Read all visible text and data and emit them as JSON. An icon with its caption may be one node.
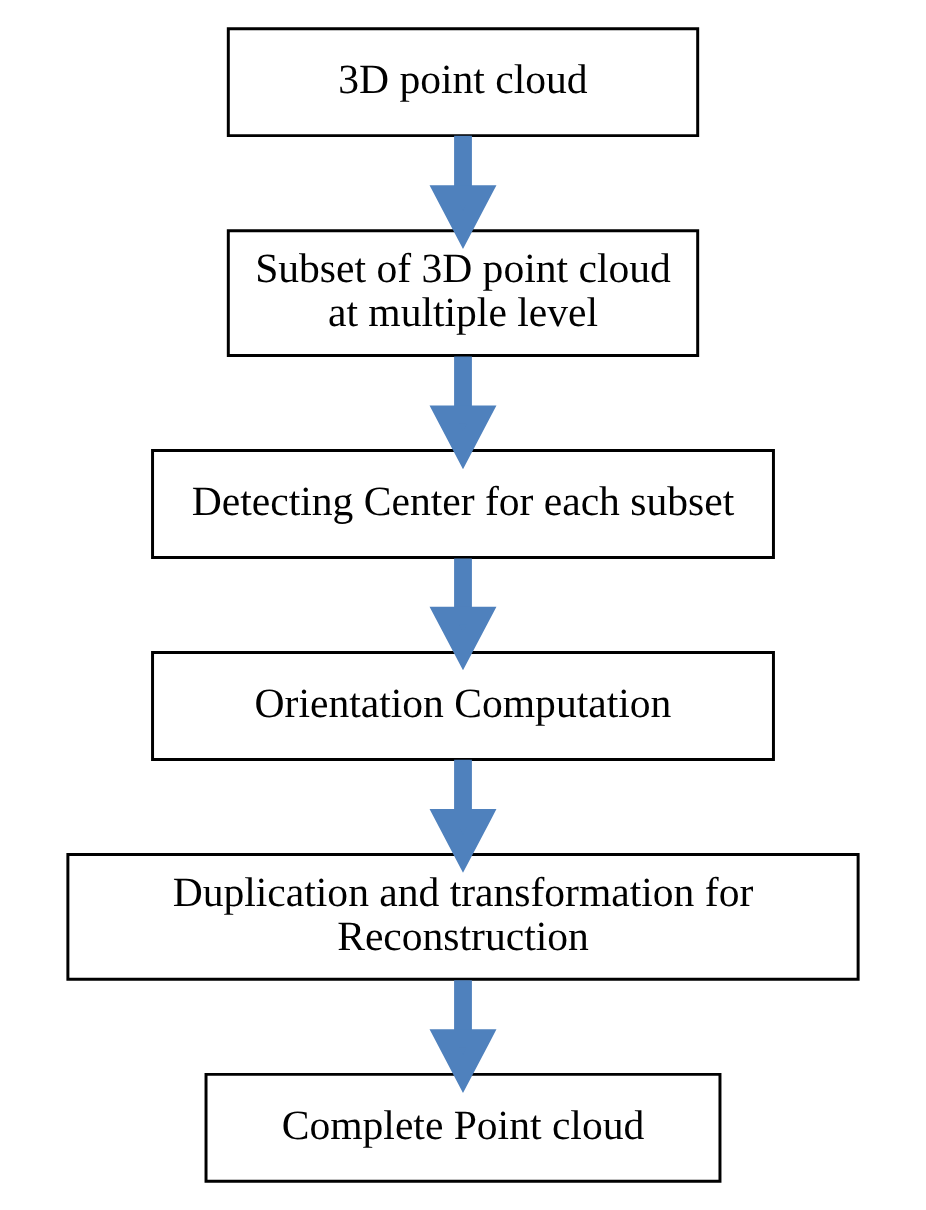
{
  "diagram": {
    "nodes": [
      {
        "text": [
          "3D point cloud"
        ]
      },
      {
        "text": [
          "Subset of 3D point cloud at multiple level"
        ]
      },
      {
        "text": [
          "Detecting Center for each subset"
        ]
      },
      {
        "text": [
          "Orientation Computation"
        ]
      },
      {
        "text": [
          "Duplication and transformation for Reconstruction"
        ]
      },
      {
        "text": [
          "Complete Point cloud"
        ]
      }
    ],
    "edges": [
      {
        "from": 0,
        "to": 1,
        "arrow": "to"
      },
      {
        "from": 1,
        "to": 2,
        "arrow": "to"
      },
      {
        "from": 2,
        "to": 3,
        "arrow": "to"
      },
      {
        "from": 3,
        "to": 4,
        "arrow": "to"
      },
      {
        "from": 4,
        "to": 5,
        "arrow": "to"
      }
    ]
  }
}
